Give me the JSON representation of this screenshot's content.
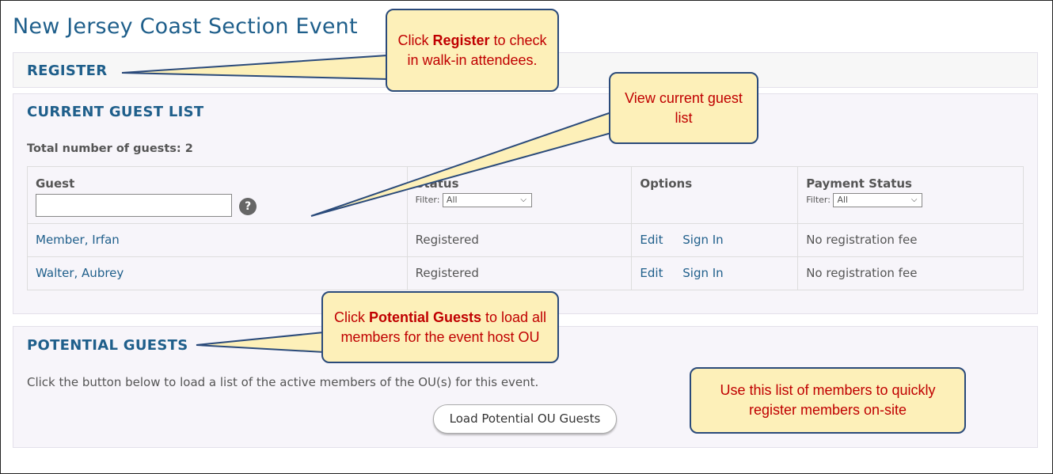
{
  "page": {
    "title": "New Jersey Coast Section Event"
  },
  "register": {
    "heading": "REGISTER"
  },
  "guest_list": {
    "heading": "CURRENT GUEST LIST",
    "total_label": "Total number of guests: 2",
    "columns": {
      "guest": "Guest",
      "status": "Status",
      "options": "Options",
      "payment": "Payment Status"
    },
    "filter_label": "Filter:",
    "status_filter_value": "All",
    "payment_filter_value": "All",
    "help_glyph": "?",
    "guest_input_value": "",
    "rows": [
      {
        "name": "Member, Irfan",
        "status": "Registered",
        "edit": "Edit",
        "signin": "Sign In",
        "payment": "No registration fee"
      },
      {
        "name": "Walter, Aubrey",
        "status": "Registered",
        "edit": "Edit",
        "signin": "Sign In",
        "payment": "No registration fee"
      }
    ]
  },
  "potential": {
    "heading": "POTENTIAL GUESTS",
    "description": "Click the button below to load a list of the active members of the OU(s) for this event.",
    "button_label": "Load Potential OU Guests"
  },
  "callouts": {
    "register": {
      "pre": "Click ",
      "bold": "Register",
      "post": " to check in walk-in attendees."
    },
    "guest_list": {
      "text": "View current guest list"
    },
    "potential": {
      "pre": "Click ",
      "bold": "Potential Guests",
      "post": " to load all members for the event host OU"
    },
    "members": {
      "text": "Use this list of members to quickly register members on-site"
    }
  },
  "colors": {
    "accent": "#1f5f8b",
    "callout_fill": "#fdf0b9",
    "callout_text": "#c00000",
    "callout_border": "#2a4a7a"
  },
  "icons": {
    "help": "help-icon",
    "dropdown": "chevron-down-icon"
  }
}
